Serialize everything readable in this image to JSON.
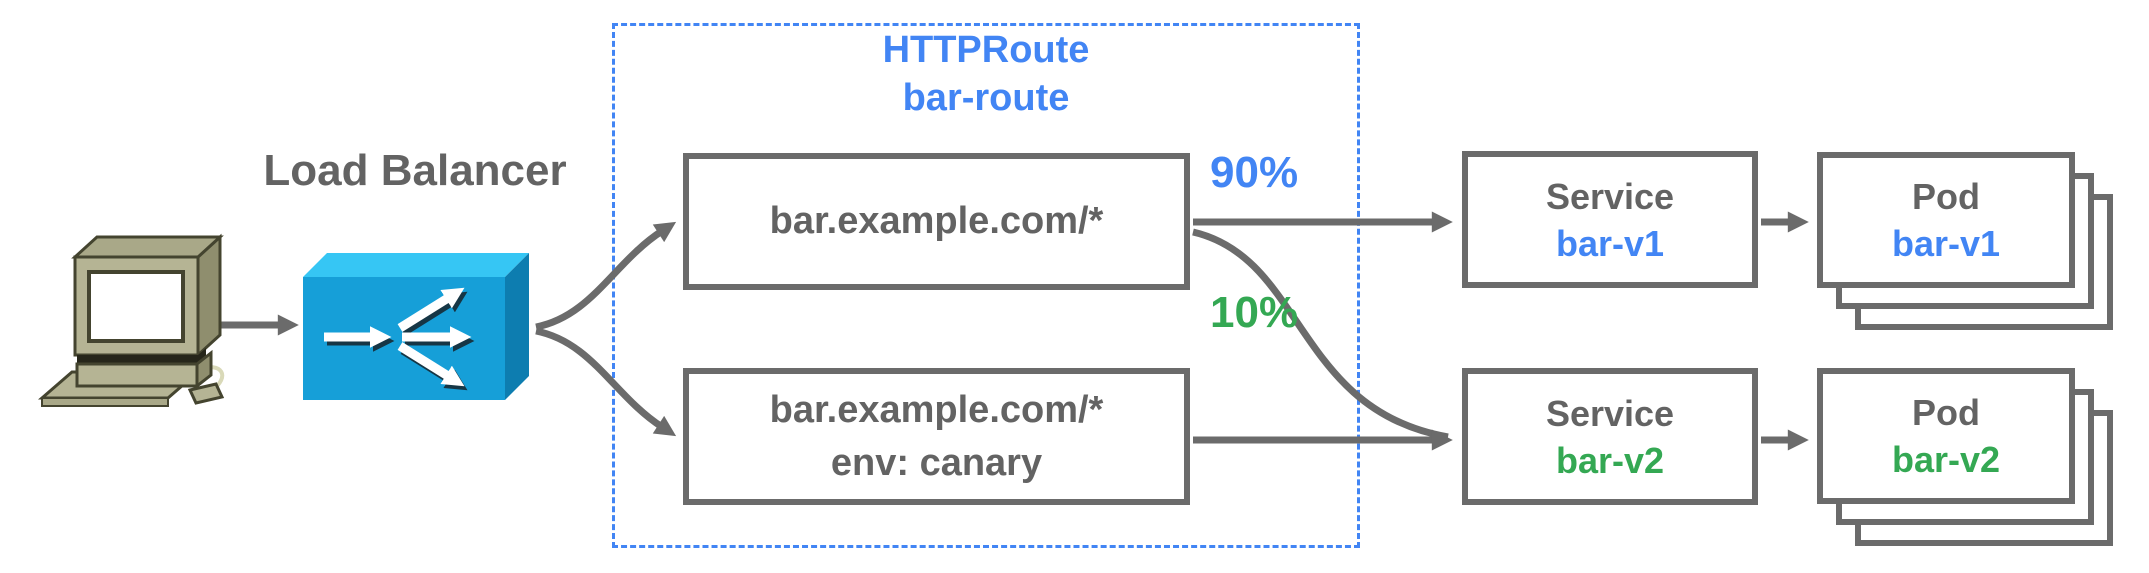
{
  "colors": {
    "accent-blue": "#4285f4",
    "accent-green": "#34a853",
    "line-gray": "#6b6b6b",
    "text-gray": "#636363",
    "lb-front-blue": "#169fd8",
    "lb-top-blue": "#36c6f4",
    "lb-side-blue": "#0d7db0"
  },
  "load_balancer": {
    "label": "Load Balancer"
  },
  "httproute": {
    "kind": "HTTPRoute",
    "name": "bar-route",
    "rules": [
      {
        "match": "bar.example.com/*"
      },
      {
        "match": "bar.example.com/*",
        "header": "env: canary"
      }
    ]
  },
  "weights": {
    "to_v1": "90%",
    "to_v2": "10%"
  },
  "services": [
    {
      "kind": "Service",
      "name": "bar-v1"
    },
    {
      "kind": "Service",
      "name": "bar-v2"
    }
  ],
  "pods": [
    {
      "kind": "Pod",
      "name": "bar-v1"
    },
    {
      "kind": "Pod",
      "name": "bar-v2"
    }
  ]
}
